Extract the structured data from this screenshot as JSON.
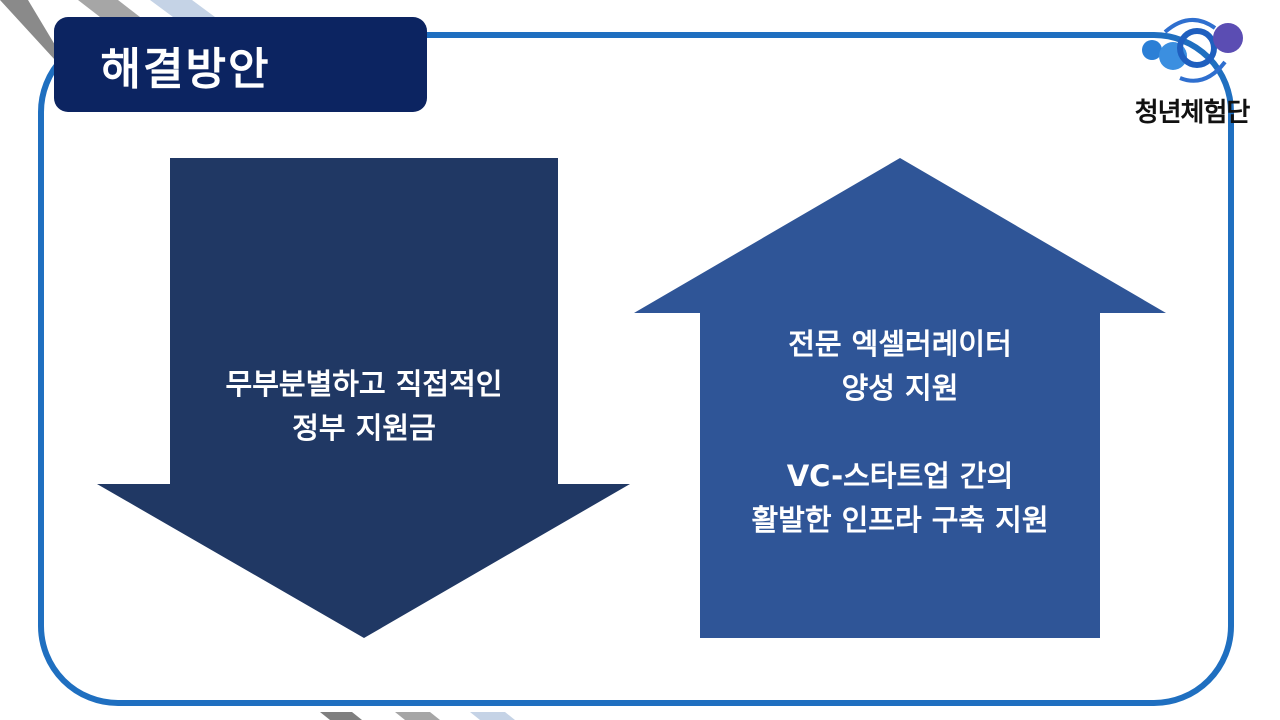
{
  "title": "해결방안",
  "logo": {
    "name": "청년체험단",
    "icon": "circles-logo-icon"
  },
  "problem": {
    "line1": "무부분별하고 직접적인",
    "line2": "정부 지원금"
  },
  "solution": {
    "line1": "전문 엑셀러레이터",
    "line2": "양성 지원",
    "line3": "VC-스타트업 간의",
    "line4": "활발한 인프라 구축 지원"
  },
  "colors": {
    "frame": "#1f6fc0",
    "title_bg": "#0c2461",
    "down_arrow": "#203864",
    "up_arrow": "#2f5597"
  }
}
